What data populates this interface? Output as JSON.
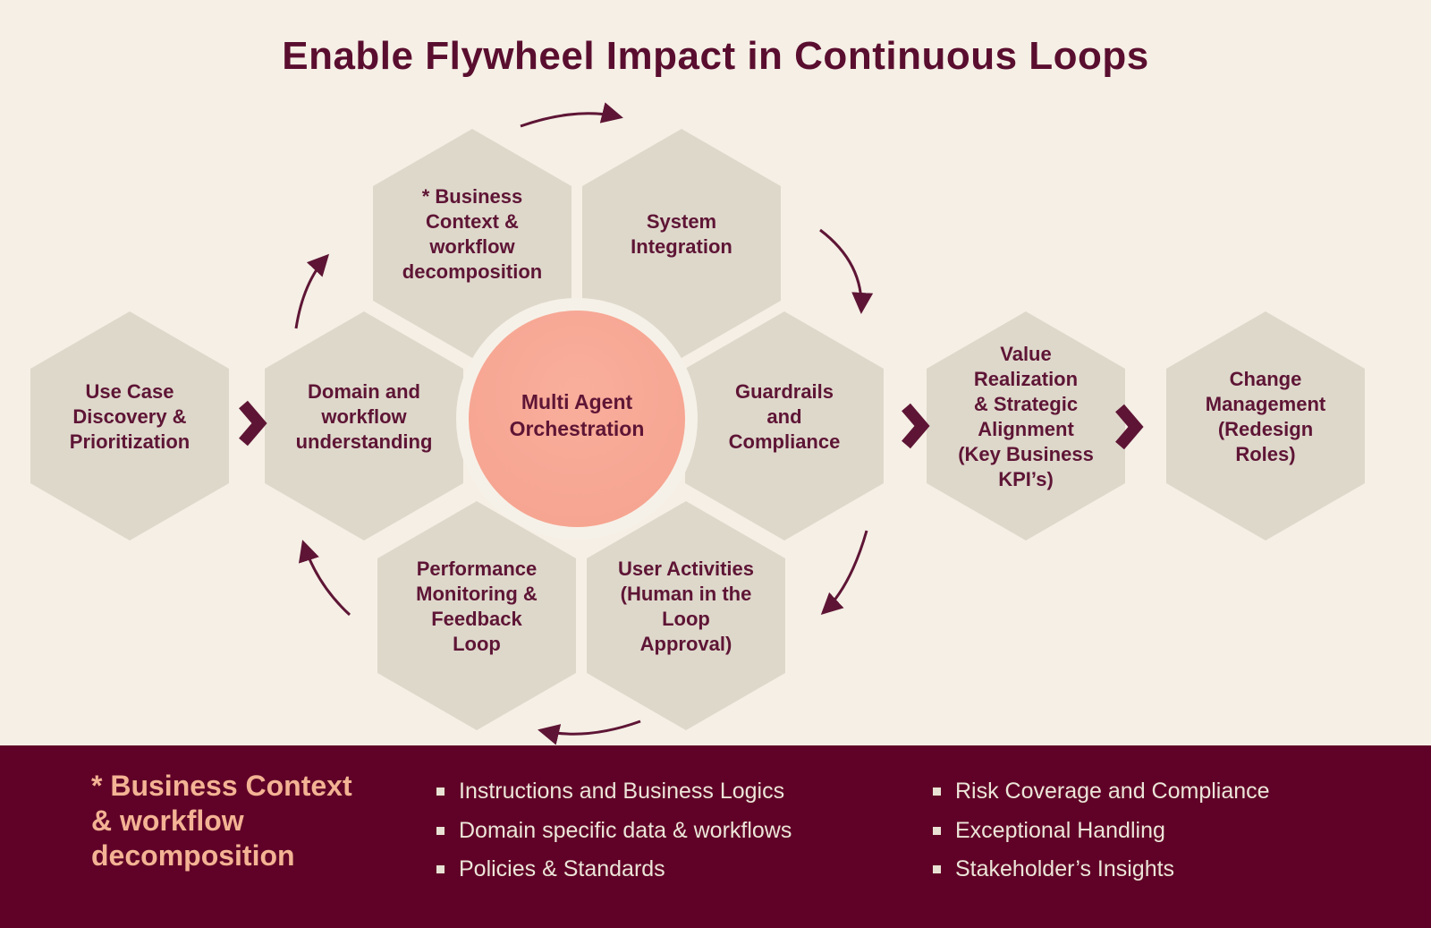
{
  "title": "Enable Flywheel Impact in Continuous Loops",
  "colors": {
    "background": "#f5efe5",
    "hexagon_fill": "#ded8cb",
    "circle_fill": "#f7a894",
    "circle_ring": "#f6f1e8",
    "maroon_text": "#5e1535",
    "banner_background": "#600227",
    "banner_heading": "#f3b394",
    "banner_text": "#ece5d8"
  },
  "diagram": {
    "center_circle": {
      "label": "Multi Agent\nOrchestration"
    },
    "hexagons": [
      {
        "id": "use-case-discovery",
        "label": "Use Case\nDiscovery &\nPrioritization"
      },
      {
        "id": "domain-workflow",
        "label": "Domain and\nworkflow\nunderstanding"
      },
      {
        "id": "business-context",
        "label": "* Business\nContext &\nworkflow\ndecomposition"
      },
      {
        "id": "system-integration",
        "label": "System\nIntegration"
      },
      {
        "id": "guardrails-compliance",
        "label": "Guardrails\nand\nCompliance"
      },
      {
        "id": "performance-monitoring",
        "label": "Performance\nMonitoring &\nFeedback\nLoop"
      },
      {
        "id": "user-activities",
        "label": "User Activities\n(Human in the\nLoop\nApproval)"
      },
      {
        "id": "value-realization",
        "label": "Value\nRealization\n& Strategic\nAlignment\n(Key Business\nKPI’s)"
      },
      {
        "id": "change-management",
        "label": "Change\nManagement\n(Redesign\nRoles)"
      }
    ]
  },
  "footer": {
    "heading": "* Business Context\n& workflow\ndecomposition",
    "columns": [
      {
        "items": [
          "Instructions and Business Logics",
          "Domain specific data & workflows",
          "Policies & Standards"
        ]
      },
      {
        "items": [
          "Risk Coverage and Compliance",
          "Exceptional Handling",
          "Stakeholder’s Insights"
        ]
      }
    ]
  }
}
